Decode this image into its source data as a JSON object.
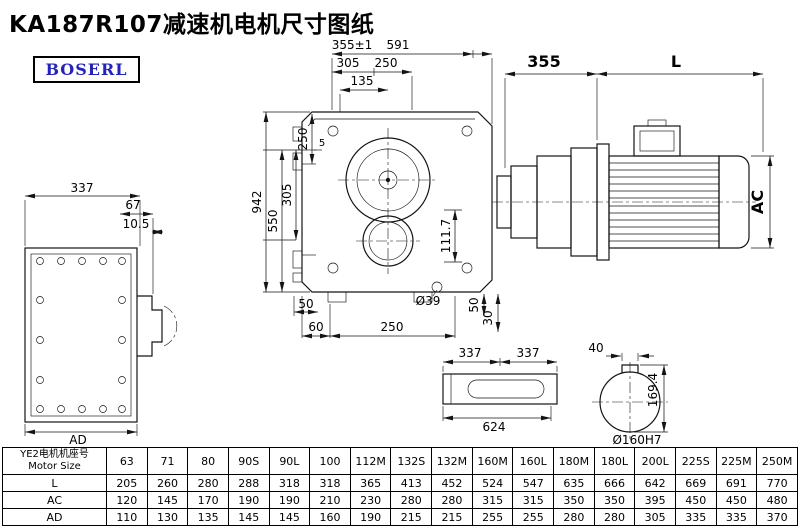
{
  "title": "KA187R107减速机电机尺寸图纸",
  "logo_text": "BOSERL",
  "colors": {
    "logo_text": "#2424b8",
    "line": "#141414"
  },
  "drawing": {
    "side_view": {
      "dim_width": "337",
      "dim_67": "67",
      "dim_10_5": "10.5",
      "dim_ad": "AD"
    },
    "front_view": {
      "dim_355_tol": "355±1",
      "dim_591": "591",
      "dim_305_top": "305",
      "dim_250_top": "250",
      "dim_135": "135",
      "dim_250_left": "250",
      "dim_5": "5",
      "dim_305_left": "305",
      "dim_550": "550",
      "dim_942": "942",
      "dim_111_7": "111.7",
      "dim_50_bottom_left": "50",
      "dim_60": "60",
      "dim_250_bottom": "250",
      "dim_hole": "Ø39",
      "dim_50_bottom_right": "50",
      "dim_30": "30"
    },
    "motor_view": {
      "dim_355": "355",
      "dim_length": "L",
      "dim_ac": "AC"
    },
    "shaft_view": {
      "dim_337_left": "337",
      "dim_337_right": "337",
      "dim_624": "624"
    },
    "bore_view": {
      "dim_40": "40",
      "dim_169_4": "169.4",
      "bore_label": "Ø160H7"
    }
  },
  "table": {
    "row_header_cn": "YE2电机机座号",
    "row_header_en": "Motor Size",
    "columns": [
      "63",
      "71",
      "80",
      "90S",
      "90L",
      "100",
      "112M",
      "132S",
      "132M",
      "160M",
      "160L",
      "180M",
      "180L",
      "200L",
      "225S",
      "225M",
      "250M"
    ],
    "rows": [
      {
        "label": "L",
        "values": [
          "205",
          "260",
          "280",
          "288",
          "318",
          "318",
          "365",
          "413",
          "452",
          "524",
          "547",
          "635",
          "666",
          "642",
          "669",
          "691",
          "770"
        ]
      },
      {
        "label": "AC",
        "values": [
          "120",
          "145",
          "170",
          "190",
          "190",
          "210",
          "230",
          "280",
          "280",
          "315",
          "315",
          "350",
          "350",
          "395",
          "450",
          "450",
          "480"
        ]
      },
      {
        "label": "AD",
        "values": [
          "110",
          "130",
          "135",
          "145",
          "145",
          "160",
          "190",
          "215",
          "215",
          "255",
          "255",
          "280",
          "280",
          "305",
          "335",
          "335",
          "370"
        ]
      }
    ]
  }
}
